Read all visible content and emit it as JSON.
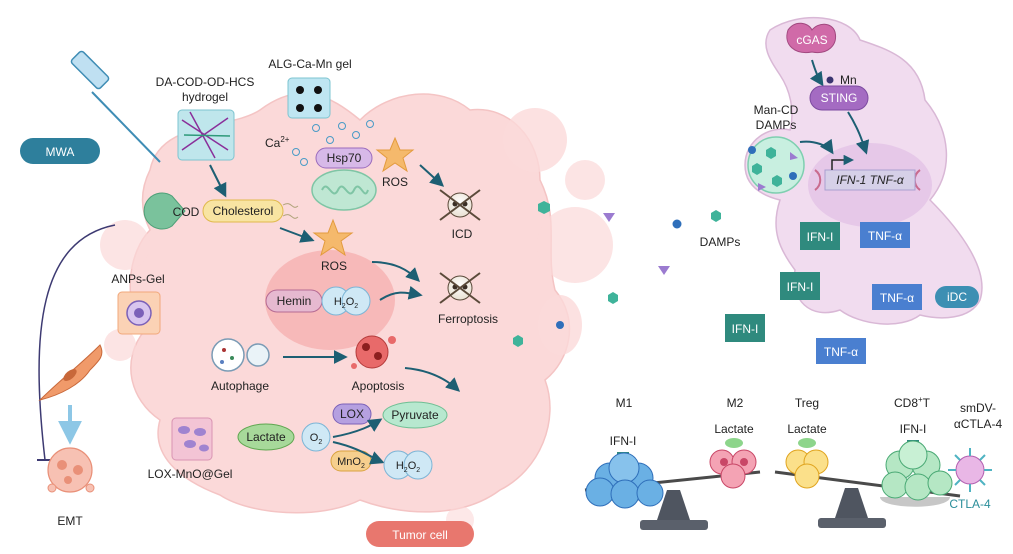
{
  "labels": {
    "mwa": "MWA",
    "hydrogel_line1": "DA-COD-OD-HCS",
    "hydrogel_line2": "hydrogel",
    "alg_gel": "ALG-Ca-Mn gel",
    "ca": "Ca",
    "ca_sup": "2+",
    "hsp70": "Hsp70",
    "ros_top": "ROS",
    "icd": "ICD",
    "cod": "COD",
    "cholesterol": "Cholesterol",
    "ros_mid": "ROS",
    "ferroptosis": "Ferroptosis",
    "hemin": "Hemin",
    "h2o2_hemin": "H",
    "anps_gel": "ANPs-Gel",
    "emt": "EMT",
    "autophage": "Autophage",
    "apoptosis": "Apoptosis",
    "lox_mno_gel": "LOX-MnO@Gel",
    "lox": "LOX",
    "lactate": "Lactate",
    "o2": "O",
    "pyruvate": "Pyruvate",
    "mno2": "MnO",
    "h2o2_bottom": "H",
    "tumor_cell": "Tumor cell",
    "cgas": "cGAS",
    "mn": "Mn",
    "sting": "STING",
    "man_cd_line1": "Man-CD",
    "man_cd_line2": "DAMPs",
    "ifn_tnf": "IFN-1 TNF-α",
    "damps": "DAMPs",
    "ifn_1": "IFN-I",
    "ifn_2": "IFN-I",
    "ifn_3": "IFN-I",
    "tnf_1": "TNF-α",
    "tnf_2": "TNF-α",
    "tnf_3": "TNF-α",
    "idc": "iDC",
    "m1": "M1",
    "m1_sub": "IFN-I",
    "m2": "M2",
    "m2_sub": "Lactate",
    "treg": "Treg",
    "treg_sub": "Lactate",
    "cd8": "CD8",
    "cd8_sup": "+",
    "cd8_t": "T",
    "cd8_sub": "IFN-I",
    "smdv_line1": "smDV-",
    "smdv_line2": "αCTLA-4",
    "ctla4": "CTLA-4"
  },
  "colors": {
    "tumor_fill": "#fbd9d9",
    "dc_fill": "#f1dcef",
    "arrow": "#1d5f73",
    "mwa_fill": "#2e7f9c",
    "tumor_tag": "#e8776e",
    "ifn_fill": "#2f8a7e",
    "tnf_fill": "#4a7fd0"
  }
}
